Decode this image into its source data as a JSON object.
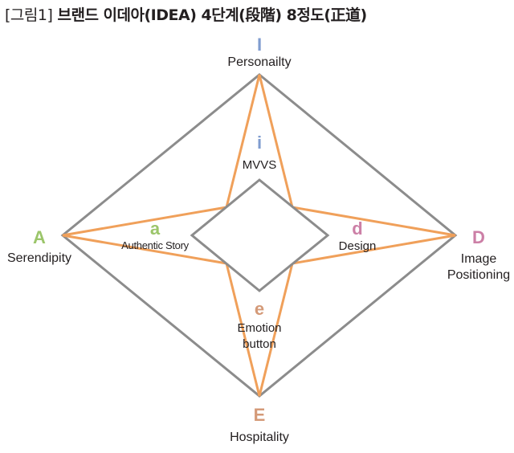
{
  "title": {
    "prefix": "[그림1]",
    "main": "브랜드 이데아(IDEA) 4단계(段階) 8정도(正道)"
  },
  "colors": {
    "outer_diamond": "#8c8c8c",
    "inner_diamond": "#8c8c8c",
    "star": "#f0a05a",
    "I": "#7f9ccf",
    "A": "#9bc56a",
    "D": "#cc7fa6",
    "E": "#d49a78"
  },
  "nodes": {
    "top": {
      "letter": "I",
      "word": "Personailty"
    },
    "left": {
      "letter": "A",
      "word": "Serendipity"
    },
    "right": {
      "letter": "D",
      "line1": "Image",
      "line2": "Positioning"
    },
    "bottom": {
      "letter": "E",
      "word": "Hospitality"
    }
  },
  "inner_nodes": {
    "top": {
      "letter": "i",
      "word": "MVVS"
    },
    "left": {
      "letter": "a",
      "word": "Authentic Story"
    },
    "right": {
      "letter": "d",
      "word": "Design"
    },
    "bottom": {
      "letter": "e",
      "line1": "Emotion",
      "line2": "button"
    }
  }
}
